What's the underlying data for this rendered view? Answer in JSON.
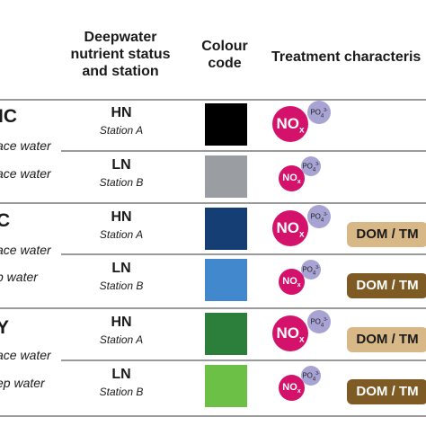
{
  "colors": {
    "nox": "#d4126b",
    "po4": "#a7a4d4",
    "badge_light": "#d8b886",
    "badge_dark": "#7e5a25",
    "separator": "#9a9a9a"
  },
  "header": {
    "col2": [
      "Deepwater",
      "nutrient status",
      "and station"
    ],
    "col3": [
      "Colour",
      "code"
    ],
    "col4": "Treatment characteris"
  },
  "groups": [
    {
      "label": "IC",
      "rows": [
        {
          "status": "HN",
          "station": "Station A",
          "color": "#000000",
          "desc": "ace water",
          "nox": {
            "main": "NO",
            "sub": "x",
            "size": "large"
          },
          "po4": {
            "main": "PO",
            "sub": "4",
            "sup": "3-"
          },
          "badge": null
        },
        {
          "status": "LN",
          "station": "Station B",
          "color": "#9a9ea2",
          "desc": "ace water",
          "nox": {
            "main": "NO",
            "sub": "x",
            "size": "small"
          },
          "po4": {
            "main": "PO",
            "sub": "4",
            "sup": "3-"
          },
          "badge": null
        }
      ]
    },
    {
      "label": "C",
      "rows": [
        {
          "status": "HN",
          "station": "Station A",
          "color": "#153f74",
          "desc": "ace water",
          "nox": {
            "main": "NO",
            "sub": "x",
            "size": "large"
          },
          "po4": {
            "main": "PO",
            "sub": "4",
            "sup": "3-"
          },
          "badge": {
            "text": "DOM / TM",
            "tone": "light"
          }
        },
        {
          "status": "LN",
          "station": "Station B",
          "color": "#4189cc",
          "desc": "p water",
          "nox": {
            "main": "NO",
            "sub": "x",
            "size": "small"
          },
          "po4": {
            "main": "PO",
            "sub": "4",
            "sup": "3-"
          },
          "badge": {
            "text": "DOM / TM",
            "tone": "dark"
          }
        }
      ]
    },
    {
      "label": "Y",
      "rows": [
        {
          "status": "HN",
          "station": "Station A",
          "color": "#2c7f3a",
          "desc": "ace water",
          "nox": {
            "main": "NO",
            "sub": "x",
            "size": "large"
          },
          "po4": {
            "main": "PO",
            "sub": "4",
            "sup": "3-"
          },
          "badge": {
            "text": "DOM / TM",
            "tone": "light"
          }
        },
        {
          "status": "LN",
          "station": "Station B",
          "color": "#6cc046",
          "desc": "ep water",
          "nox": {
            "main": "NO",
            "sub": "x",
            "size": "small"
          },
          "po4": {
            "main": "PO",
            "sub": "4",
            "sup": "3-"
          },
          "badge": {
            "text": "DOM / TM",
            "tone": "dark"
          }
        }
      ]
    }
  ]
}
